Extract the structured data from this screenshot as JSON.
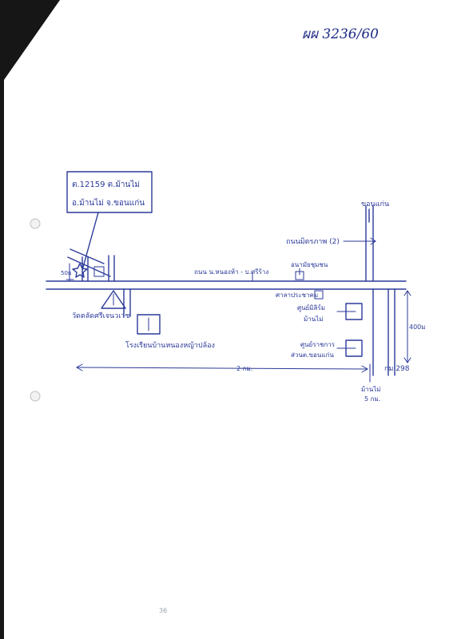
{
  "document_number": "ผผ 3236/60",
  "map": {
    "callout": {
      "line1": "ต.12159 ต.ม้านไม่",
      "line2": "อ.ม้านไม่ จ.ขอนแก่น"
    },
    "labels": {
      "dist_50": "50ม",
      "temple": "วัดตลัดศรีเจนวเวช",
      "road_name": "ถนน น.หนองห้า - บ.ศรีร้าง",
      "hospital": "โรงเรียนบ้านหนองหญ้าปล้อง",
      "distance_2km": "2 กม.",
      "khon_kaen_top": "ขอนแก่น",
      "mittraphap": "ถนนมิตรภาพ (2)",
      "school_small": "อนามัยชุมชน",
      "shop1": "ศาลาประชาคม",
      "shop2_l1": "ศูนย์มิลิร์ม",
      "shop2_l2": "ม้านไม่",
      "shop3_l1": "ศูนย์ราชการ",
      "shop3_l2": "ส่วนต.ขอนแก่น",
      "dist_400": "400ม",
      "km_marker": "กม 298",
      "bottom_l1": "ม้านไม่",
      "bottom_l2": "5 กม."
    }
  },
  "page_number": "36"
}
